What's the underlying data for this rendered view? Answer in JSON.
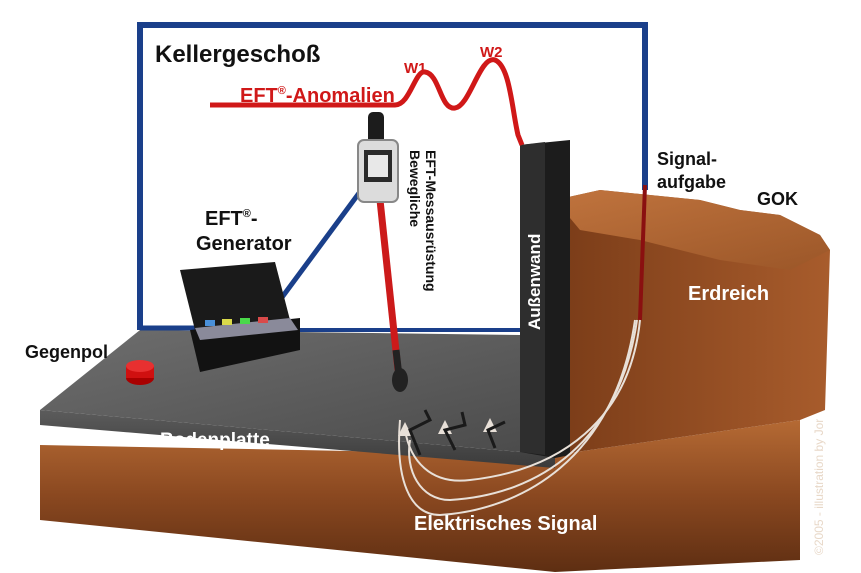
{
  "labels": {
    "kellergeschoss": "Kellergeschoß",
    "w1": "W1",
    "w2": "W2",
    "eft_anomalien_prefix": "EFT",
    "reg": "®",
    "eft_anomalien_suffix": "-Anomalien",
    "bewegliche_line1": "Bewegliche",
    "bewegliche_line2": "EFT-Messausrüstung",
    "signal_line1": "Signal-",
    "signal_line2": "aufgabe",
    "gok": "GOK",
    "eft_generator_prefix": "EFT",
    "eft_generator_suffix": "-",
    "generator": "Generator",
    "aussenwand": "Außenwand",
    "erdreich": "Erdreich",
    "gegenpol": "Gegenpol",
    "bodenplatte": "Bodenplatte",
    "elektrisches_signal": "Elektrisches Signal",
    "copyright": "©2005 - illustration by Jor"
  },
  "colors": {
    "frame_blue": "#1a3f8a",
    "anomaly_red": "#d01818",
    "slab_gray": "#5a5a5a",
    "soil_brown": "#8a4a20",
    "wall_dark": "#1c1c1c"
  }
}
